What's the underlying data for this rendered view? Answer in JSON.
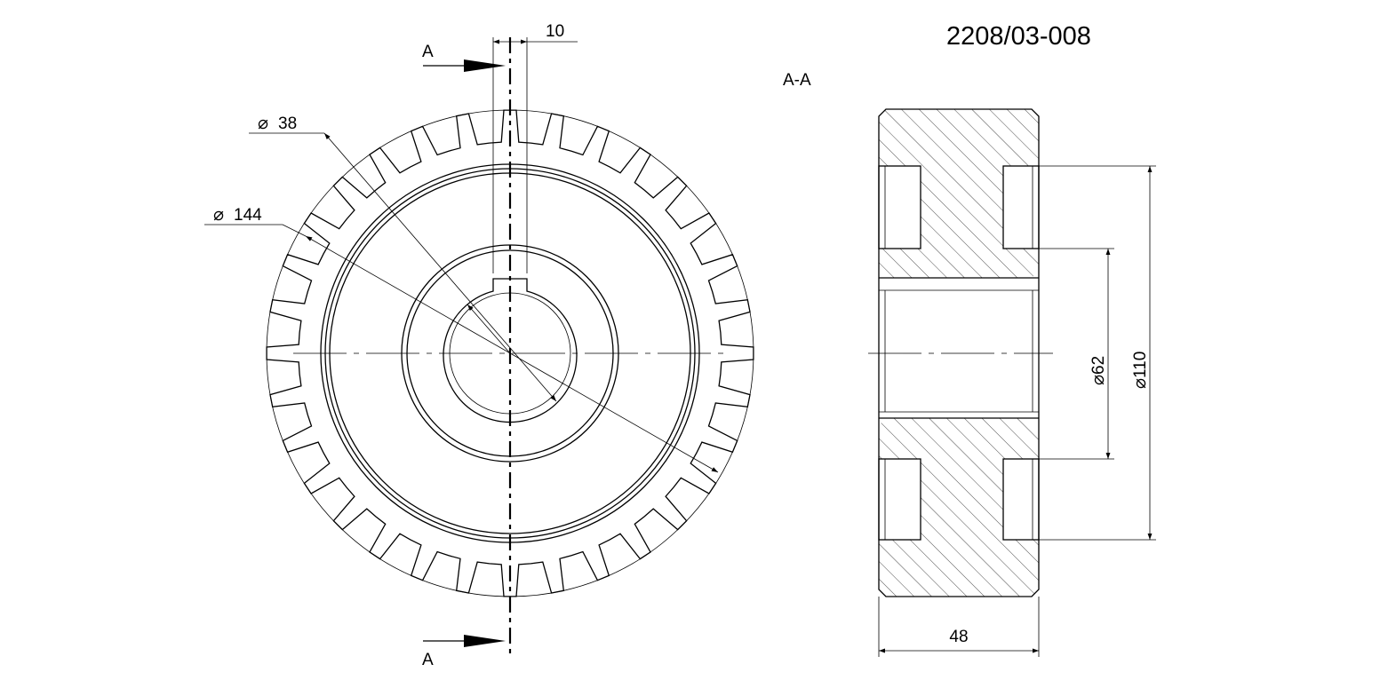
{
  "drawing": {
    "part_number": "2208/03-008",
    "section_title": "A-A",
    "section_markers": {
      "top": "A",
      "bottom": "A"
    },
    "teeth_count": 32,
    "dimensions": {
      "keyway_width": "10",
      "bore_diameter": "38",
      "tip_diameter": "144",
      "hub_diameter": "62",
      "web_diameter": "110",
      "face_width": "48"
    },
    "diameter_symbol": "⌀"
  }
}
